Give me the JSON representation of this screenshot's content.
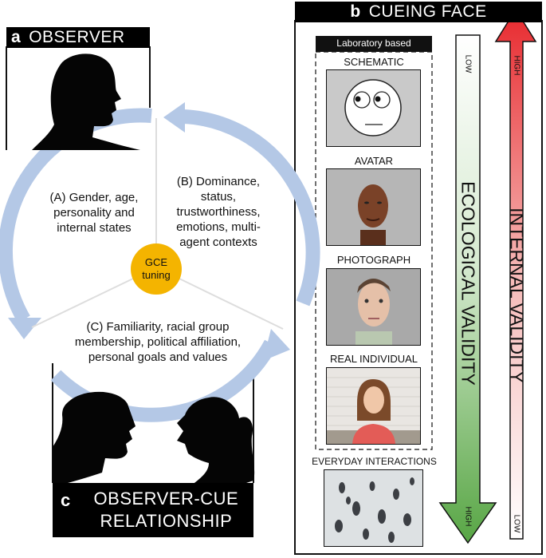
{
  "panel_a": {
    "letter": "a",
    "title": "OBSERVER"
  },
  "panel_b": {
    "letter": "b",
    "title": "CUEING FACE"
  },
  "panel_c": {
    "letter": "c",
    "title_line1": "OBSERVER-CUE",
    "title_line2": "RELATIONSHIP"
  },
  "cycle": {
    "center": "GCE tuning",
    "factor_a": "(A) Gender, age, personality and internal states",
    "factor_b": "(B) Dominance, status, trustworthiness, emotions, multi-agent contexts",
    "factor_c": "(C) Familiarity, racial group membership, political affiliation, personal goals and values"
  },
  "lab_box": "Laboratory based",
  "stimuli": {
    "schematic": "SCHEMATIC",
    "avatar": "AVATAR",
    "photograph": "PHOTOGRAPH",
    "real_individual": "REAL INDIVIDUAL",
    "everyday": "EVERYDAY INTERACTIONS"
  },
  "ecological": {
    "label": "ECOLOGICAL VALIDITY",
    "low": "LOW",
    "high": "HIGH",
    "color_low": "#ffffff",
    "color_high": "#58a645"
  },
  "internal": {
    "label": "INTERNAL VALIDITY",
    "low": "LOW",
    "high": "HIGH",
    "color_low": "#ffffff",
    "color_high": "#e8292e"
  },
  "colors": {
    "cycle_arrow": "#b4c8e6",
    "gce_circle": "#f4b400"
  }
}
